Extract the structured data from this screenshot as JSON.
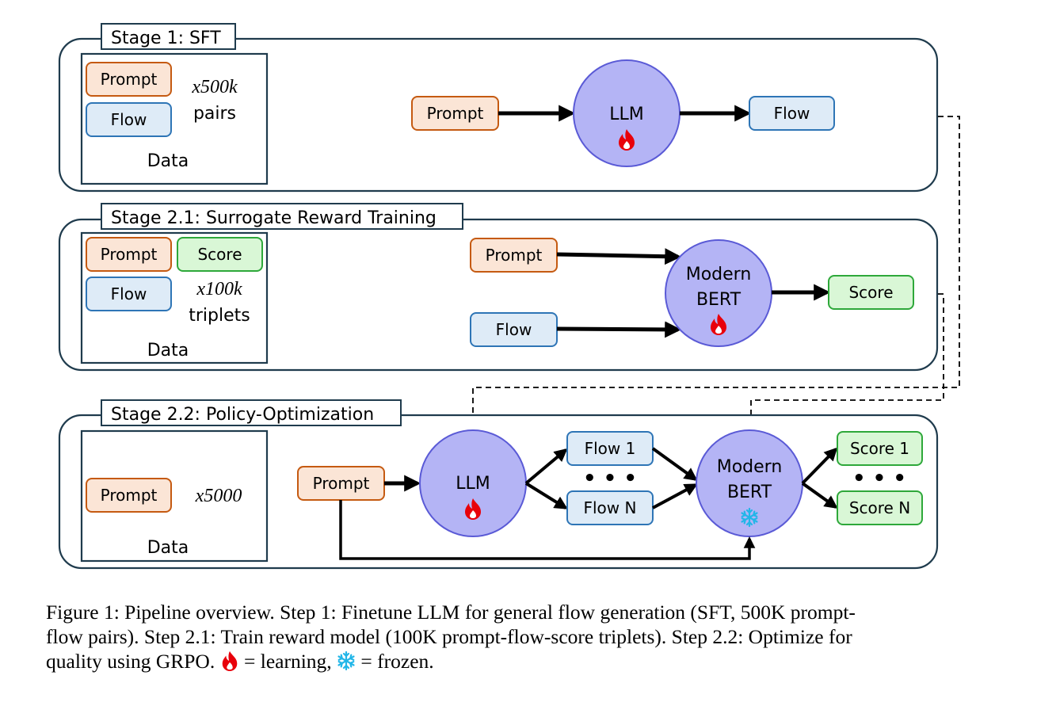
{
  "colors": {
    "prompt_fill": "#fbe5d6",
    "prompt_stroke": "#c55a11",
    "flow_fill": "#deebf7",
    "flow_stroke": "#2e75b6",
    "score_fill": "#d9f7d6",
    "score_stroke": "#2ea83a",
    "model_fill": "#b4b4f5",
    "model_stroke": "#5a5ad6",
    "stage_stroke": "#1f3b4d",
    "fire": "#e8000a",
    "snow": "#22b6e8"
  },
  "icons": {
    "learning": "fire-icon",
    "frozen": "snowflake-icon"
  },
  "stage1": {
    "title": "Stage 1: SFT",
    "data_prompt": "Prompt",
    "data_flow": "Flow",
    "count": "x500k",
    "count_unit": "pairs",
    "data_label": "Data",
    "prompt": "Prompt",
    "model": "LLM",
    "output": "Flow"
  },
  "stage21": {
    "title": "Stage 2.1: Surrogate Reward Training",
    "data_prompt": "Prompt",
    "data_score": "Score",
    "data_flow": "Flow",
    "count": "x100k",
    "count_unit": "triplets",
    "data_label": "Data",
    "prompt": "Prompt",
    "flow": "Flow",
    "model_line1": "Modern",
    "model_line2": "BERT",
    "output": "Score"
  },
  "stage22": {
    "title": "Stage 2.2: Policy-Optimization",
    "data_prompt": "Prompt",
    "count": "x5000",
    "data_label": "Data",
    "prompt": "Prompt",
    "policy": "LLM",
    "flow1": "Flow 1",
    "flow_dots": "• • •",
    "flowN": "Flow N",
    "model_line1": "Modern",
    "model_line2": "BERT",
    "score1": "Score 1",
    "score_dots": "• • •",
    "scoreN": "Score N"
  },
  "caption": {
    "line1": "Figure 1: Pipeline overview. Step 1: Finetune LLM for general flow generation (SFT, 500K prompt-",
    "line2": "flow pairs). Step 2.1: Train reward model (100K prompt-flow-score triplets). Step 2.2: Optimize for",
    "line3_pre": "quality using GRPO.",
    "line3_learning": "= learning,",
    "line3_frozen": "= frozen."
  }
}
